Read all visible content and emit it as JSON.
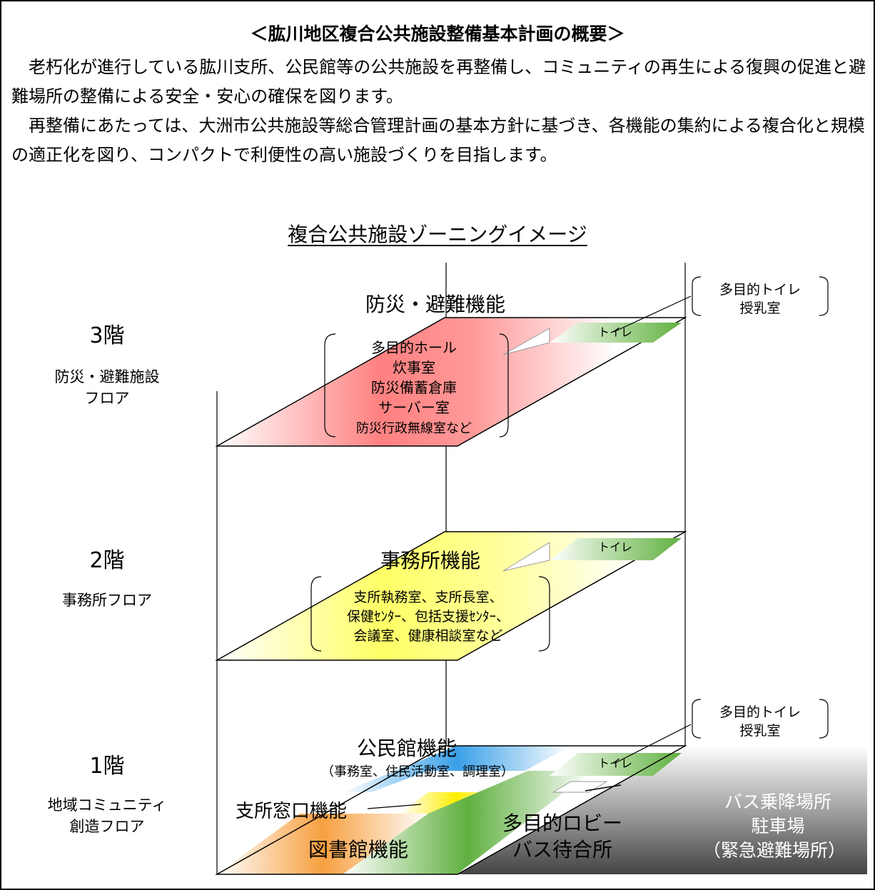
{
  "heading": "＜肱川地区複合公共施設整備基本計画の概要＞",
  "paragraphs": [
    "老朽化が進行している肱川支所、公民館等の公共施設を再整備し、コミュニティの再生による復興の促進と避難場所の整備による安全・安心の確保を図ります。",
    "再整備にあたっては、大洲市公共施設等総合管理計画の基本方針に基づき、各機能の集約による複合化と規模の適正化を図り、コンパクトで利便性の高い施設づくりを目指します。"
  ],
  "diagram": {
    "title": "複合公共施設ゾーニングイメージ",
    "floors": [
      {
        "level": "3階",
        "floor_name": [
          "防災・避難施設",
          "フロア"
        ],
        "function": "防災・避難機能",
        "rooms": [
          "多目的ホール",
          "炊事室",
          "防災備蓄倉庫",
          "サーバー室",
          "防災行政無線室など"
        ],
        "toilet": "トイレ",
        "color": "#ff8080"
      },
      {
        "level": "2階",
        "floor_name": [
          "事務所フロア"
        ],
        "function": "事務所機能",
        "rooms": [
          "支所執務室、支所長室、",
          "保健ｾﾝﾀｰ、包括支援ｾﾝﾀｰ、",
          "会議室、健康相談室など"
        ],
        "toilet": "トイレ",
        "color": "#ffff66"
      },
      {
        "level": "1階",
        "floor_name": [
          "地域コミュニティ",
          "創造フロア"
        ],
        "function": "公民館機能",
        "function_sub": "（事務室、住民活動室、調理室）",
        "toilet": "トイレ",
        "zones": {
          "counter": "支所窓口機能",
          "library": "図書館機能",
          "lobby": [
            "多目的ロビー",
            "バス待合所"
          ],
          "outside": [
            "バス乗降場所",
            "駐車場",
            "（緊急避難場所）"
          ]
        },
        "colors": {
          "community": "#3aa0e8",
          "counter": "#ffee00",
          "library": "#f7a040",
          "lobby": "#60b040",
          "outside": "#555555"
        }
      }
    ],
    "callouts": [
      [
        "多目的トイレ",
        "授乳室"
      ],
      [
        "多目的トイレ",
        "授乳室"
      ]
    ]
  }
}
